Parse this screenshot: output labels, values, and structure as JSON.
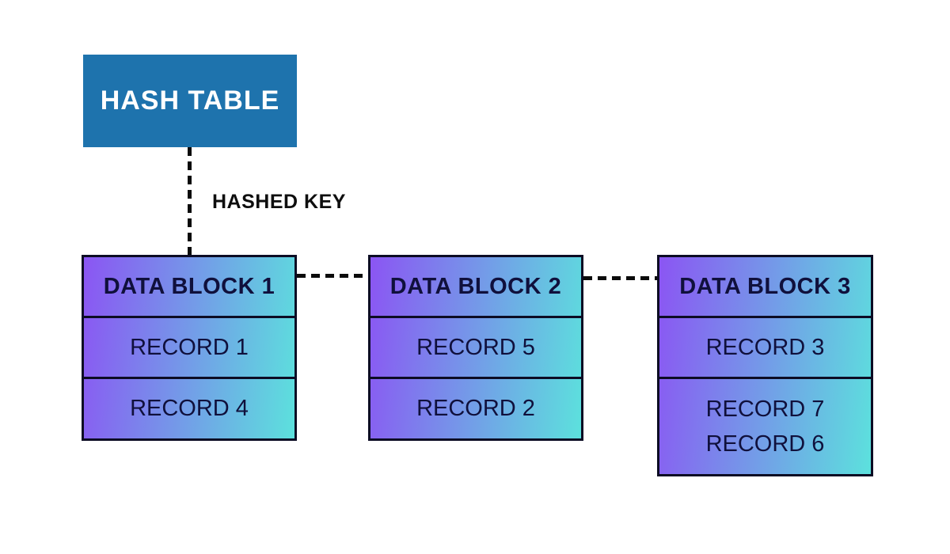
{
  "diagram": {
    "hash_table": {
      "label": "HASH TABLE"
    },
    "edge_label": "HASHED KEY",
    "blocks": [
      {
        "title": "DATA BLOCK 1",
        "cells": [
          [
            "RECORD 1"
          ],
          [
            "RECORD 4"
          ]
        ]
      },
      {
        "title": "DATA BLOCK 2",
        "cells": [
          [
            "RECORD 5"
          ],
          [
            "RECORD 2"
          ]
        ]
      },
      {
        "title": "DATA BLOCK 3",
        "cells": [
          [
            "RECORD 3"
          ],
          [
            "RECORD 7",
            "RECORD 6"
          ]
        ]
      }
    ]
  },
  "colors": {
    "background": "#ffffff",
    "hash_table_bg": "#1e73ad",
    "hash_table_text": "#ffffff",
    "block_gradient_start": "#8b55f3",
    "block_gradient_end": "#5ce1dd",
    "block_text": "#10103c",
    "block_border": "#0c0c24",
    "connector": "#0b0b0b"
  }
}
